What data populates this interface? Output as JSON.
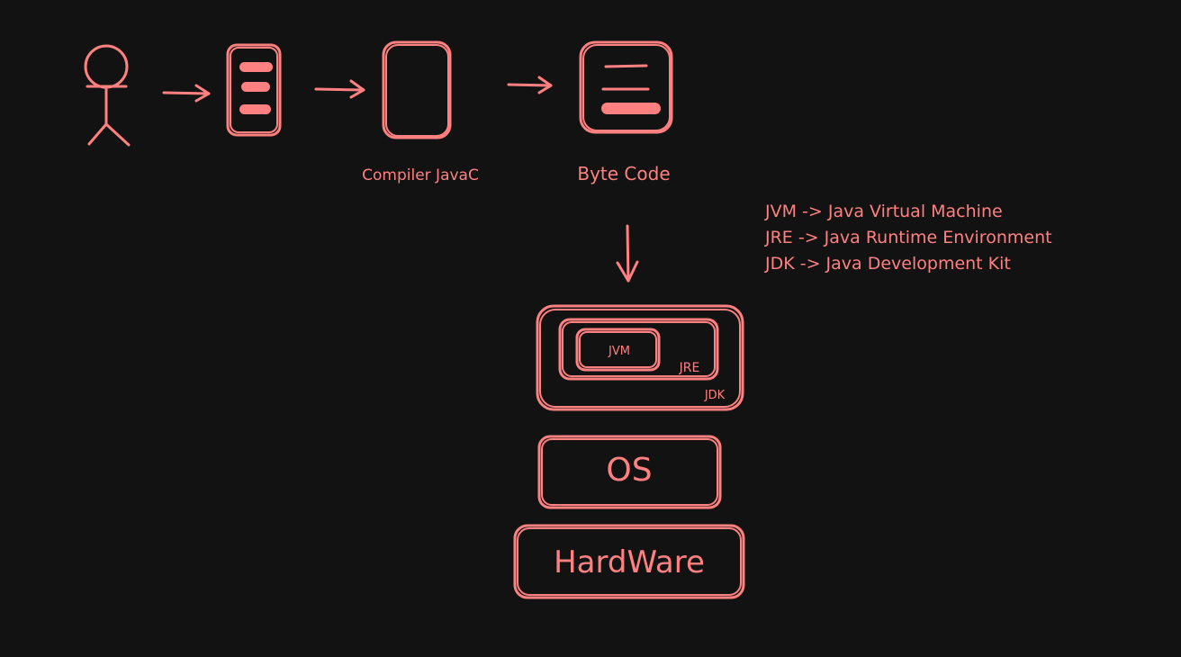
{
  "flow": {
    "compiler_label": "Compiler JavaC",
    "bytecode_label": "Byte Code"
  },
  "legend": {
    "lines": [
      "JVM -> Java Virtual Machine",
      "JRE -> Java Runtime Environment",
      "JDK -> Java Development Kit"
    ]
  },
  "stack": {
    "jvm_label": "JVM",
    "jre_label": "JRE",
    "jdk_label": "JDK",
    "os_label": "OS",
    "hardware_label": "HardWare"
  },
  "colors": {
    "background": "#121212",
    "ink": "#ff8080"
  }
}
